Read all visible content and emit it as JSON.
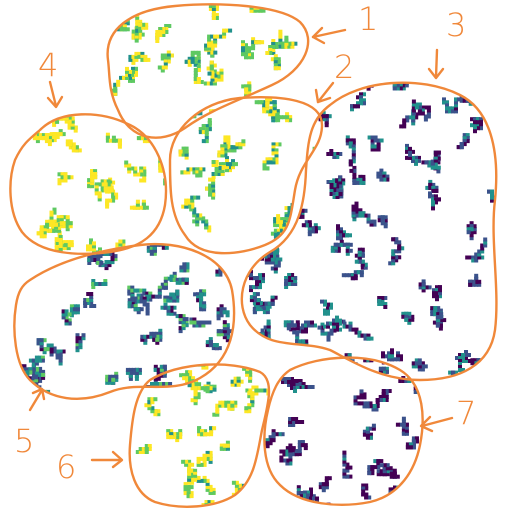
{
  "colors": {
    "outline": "#f0883a",
    "background": "#ffffff",
    "viridis": [
      "#440154",
      "#3b528b",
      "#21918c",
      "#5ec962",
      "#fde725"
    ]
  },
  "regions": [
    {
      "label": "1",
      "level": 0.78
    },
    {
      "label": "2",
      "level": 0.72
    },
    {
      "label": "3",
      "level": 0.3
    },
    {
      "label": "4",
      "level": 0.88
    },
    {
      "label": "5",
      "level": 0.4
    },
    {
      "label": "6",
      "level": 0.82
    },
    {
      "label": "7",
      "level": 0.18
    }
  ]
}
